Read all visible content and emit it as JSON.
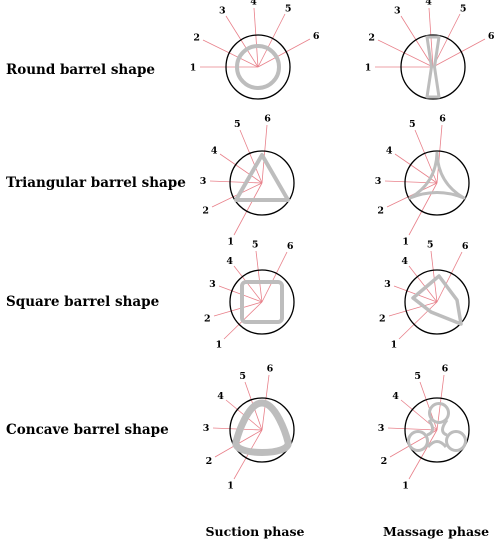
{
  "rows": [
    {
      "label": "Round barrel shape",
      "suction_shape": "circle",
      "massage_shape": "hourglass"
    },
    {
      "label": "Triangular barrel shape",
      "suction_shape": "triangle",
      "massage_shape": "three-point-star"
    },
    {
      "label": "Square barrel shape",
      "suction_shape": "rounded-square",
      "massage_shape": "kite"
    },
    {
      "label": "Concave barrel shape",
      "suction_shape": "rounded-triangle",
      "massage_shape": "trefoil"
    }
  ],
  "columns": [
    {
      "label": "Suction phase"
    },
    {
      "label": "Massage phase"
    }
  ],
  "ray_labels": [
    "1",
    "2",
    "3",
    "4",
    "5",
    "6"
  ],
  "colors": {
    "ray": "#e8808a",
    "outline": "#000000",
    "shape": "#bdbdbd"
  }
}
